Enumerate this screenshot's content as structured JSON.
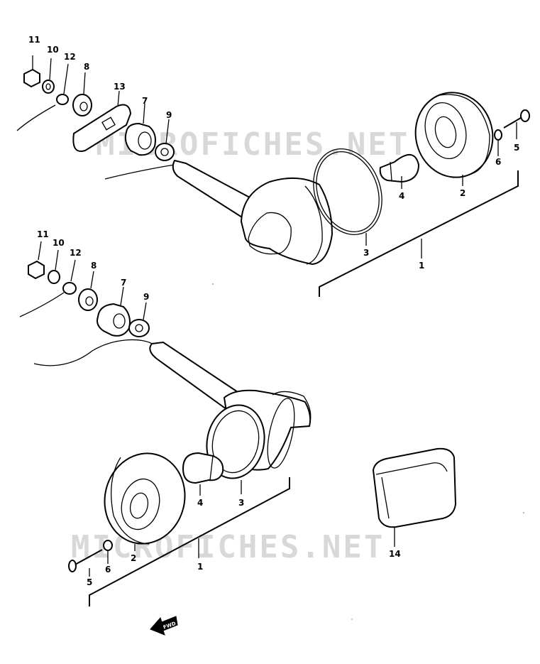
{
  "watermarks": {
    "top": "MICROFICHES.NET",
    "bottom": "MICROFICHES.NET"
  },
  "fwd_arrow_label": "FWD",
  "callouts_upper": {
    "n11": "11",
    "n10": "10",
    "n12": "12",
    "n8": "8",
    "n13": "13",
    "n7": "7",
    "n9": "9",
    "n3": "3",
    "n4": "4",
    "n2": "2",
    "n6": "6",
    "n5": "5",
    "n1": "1"
  },
  "callouts_lower": {
    "n11": "11",
    "n10": "10",
    "n12": "12",
    "n8": "8",
    "n7": "7",
    "n9": "9",
    "n4": "4",
    "n3": "3",
    "n2": "2",
    "n6": "6",
    "n5": "5",
    "n1": "1",
    "n14": "14"
  }
}
